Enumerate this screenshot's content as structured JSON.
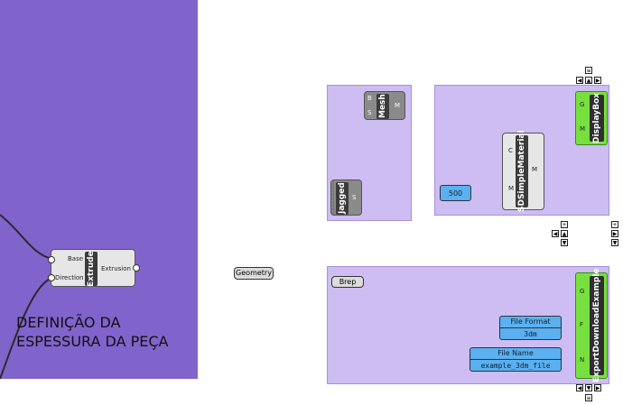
{
  "canvas": {
    "group_title_line1": "DEFINIÇÃO DA",
    "group_title_line2": "ESPESSURA DA PEÇA",
    "colors": {
      "dark_group": "#8163cc",
      "light_group": "#cdbdf2",
      "panel_blue": "#5ab0f0",
      "green_component": "#77e03f"
    }
  },
  "extrude": {
    "name": "Extrude",
    "inputs": [
      "Base",
      "Direction"
    ],
    "output": "Extrusion"
  },
  "geometry_param": {
    "label": "Geometry"
  },
  "mesh_group": {
    "mesh": {
      "name": "Mesh",
      "inputs": [
        "B",
        "S"
      ],
      "output": "M"
    },
    "jagged": {
      "name": "Jagged",
      "output": "S"
    }
  },
  "material_group": {
    "slider_value": "500",
    "sdsimple": {
      "name": "SDSimpleMaterial",
      "inputs": [
        "C",
        "M"
      ],
      "output": "M"
    },
    "displaybox": {
      "name": "DisplayBox",
      "inputs": [
        "G",
        "M"
      ]
    }
  },
  "export_group": {
    "brep": {
      "label": "Brep"
    },
    "file_format": {
      "header": "File Format",
      "value": "3dm"
    },
    "file_name": {
      "header": "File Name",
      "value": "example_3dm_file"
    },
    "export": {
      "name": "ExportDownloadExample",
      "inputs": [
        "G",
        "F",
        "N"
      ]
    }
  },
  "controls": {
    "add_symbol": "+",
    "remove_symbol": "−",
    "menu_symbol": "≡",
    "up": "▲",
    "down": "▼",
    "left": "◀",
    "right": "▶"
  }
}
